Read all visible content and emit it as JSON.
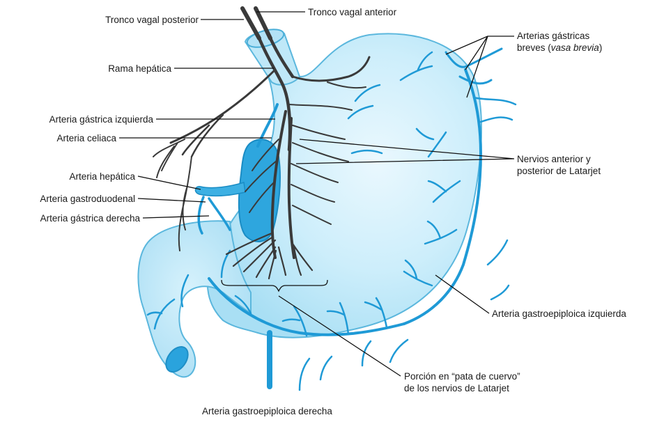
{
  "labels": {
    "tronco_vagal_posterior": "Tronco vagal posterior",
    "tronco_vagal_anterior": "Tronco vagal anterior",
    "rama_hepatica": "Rama hepática",
    "arteria_gastrica_izquierda": "Arteria gástrica izquierda",
    "arteria_celiaca": "Arteria celiaca",
    "arteria_hepatica": "Arteria hepática",
    "arteria_gastroduodenal": "Arteria gastroduodenal",
    "arteria_gastrica_derecha": "Arteria gástrica derecha",
    "arterias_gastricas_breves_line1": "Arterias gástricas",
    "arterias_gastricas_breves_line2a": "breves (",
    "arterias_gastricas_breves_line2b": "vasa brevia",
    "arterias_gastricas_breves_line2c": ")",
    "nervios_latarjet_line1": "Nervios anterior y",
    "nervios_latarjet_line2": "posterior de Latarjet",
    "arteria_gastroepiploica_izquierda": "Arteria gastroepiploica izquierda",
    "porcion_pata_cuervo_line1": "Porción en “pata de cuervo”",
    "porcion_pata_cuervo_line2": "de los nervios de Latarjet",
    "arteria_gastroepiploica_derecha": "Arteria gastroepiploica derecha"
  },
  "colors": {
    "stomach_fill": "#c9ecfa",
    "stomach_edge": "#4aaed8",
    "artery": "#1f9ad6",
    "celiac_fill": "#2ea6de",
    "nerve": "#3a3a3a",
    "leader": "#111111"
  }
}
